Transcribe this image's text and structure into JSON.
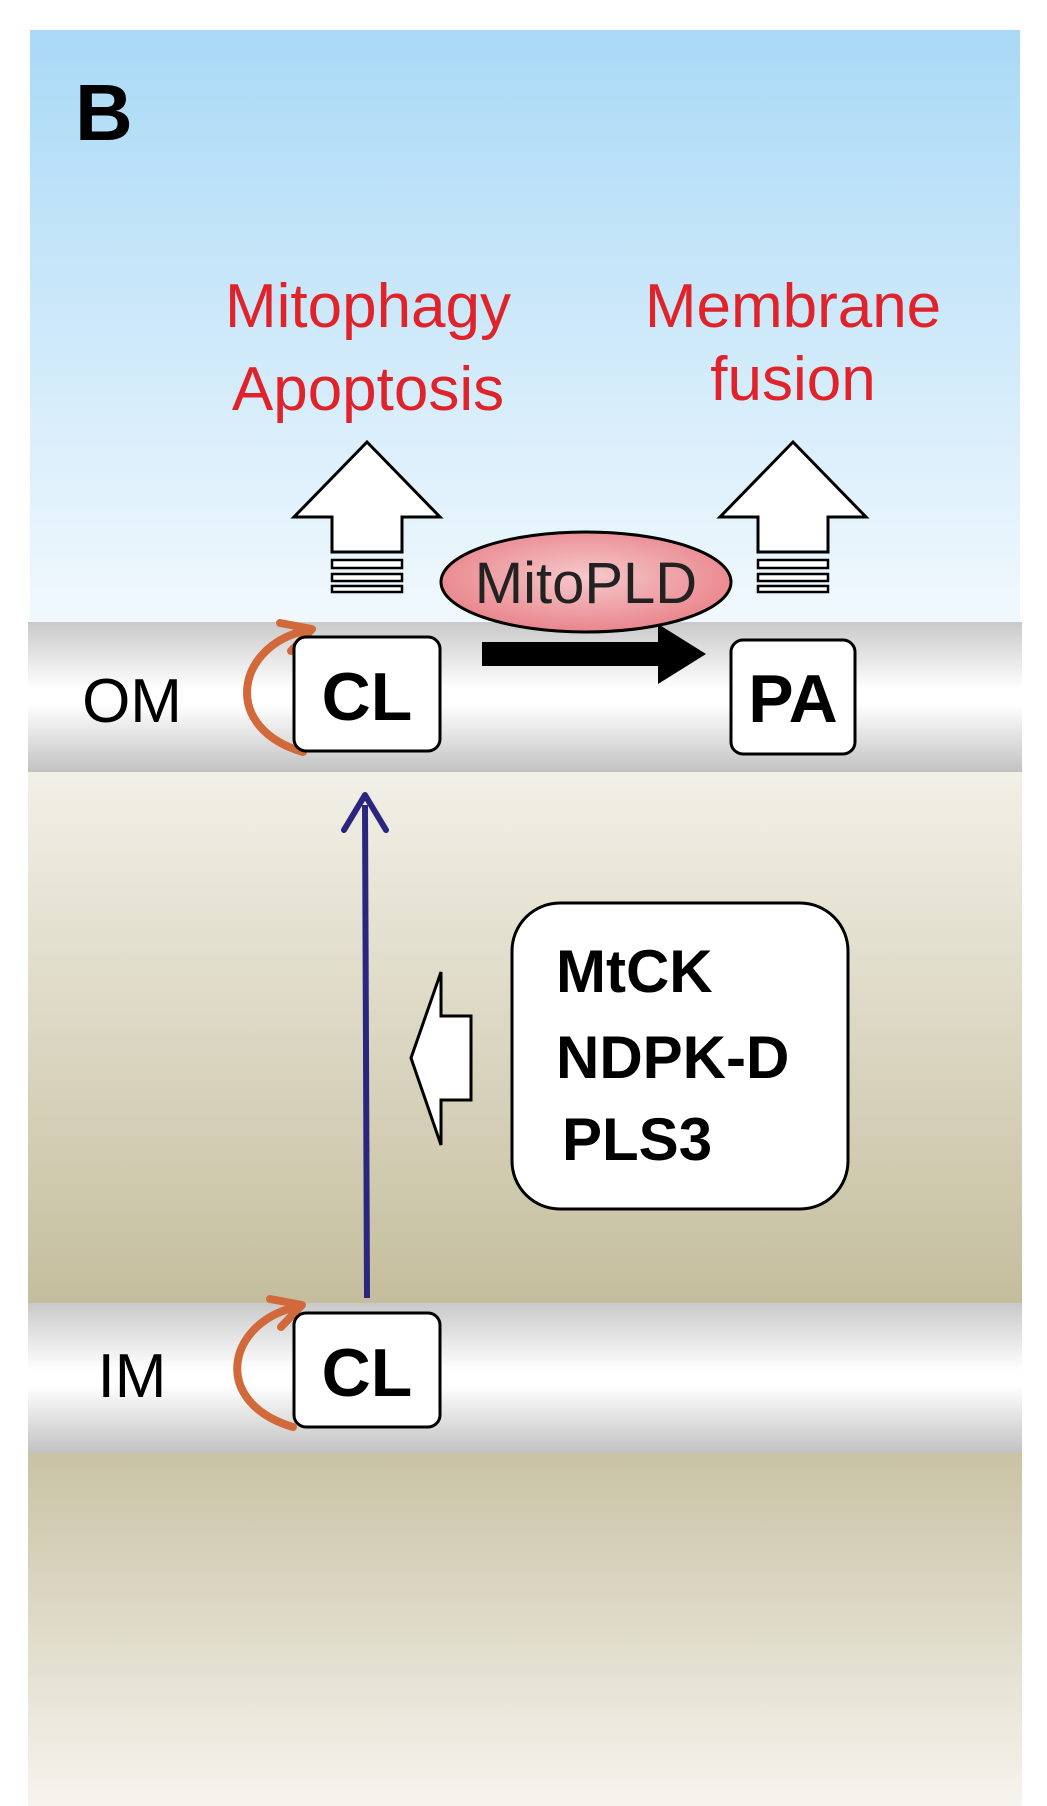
{
  "panel_label": "B",
  "outcomes": {
    "left_line1": "Mitophagy",
    "left_line2": "Apoptosis",
    "right_line1": "Membrane",
    "right_line2": "fusion"
  },
  "enzyme_label": "MitoPLD",
  "membranes": {
    "outer": "OM",
    "inner": "IM"
  },
  "lipids": {
    "om_lipid": "CL",
    "om_product": "PA",
    "im_lipid": "CL"
  },
  "proteins": [
    "MtCK",
    "NDPK-D",
    "PLS3"
  ],
  "colors": {
    "outcome_text": "#e0222a",
    "transfer_arrow": "#2a2680",
    "flip_arrow": "#d2693a",
    "enzyme_fill": "#e87f86",
    "sky_top": "#a9d9f6",
    "intermembrane": "#c4bd9c"
  }
}
